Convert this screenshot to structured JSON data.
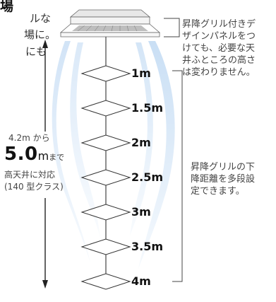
{
  "heading_fragment": "場",
  "intro_lines": [
    "ルな",
    "場に。",
    "にも"
  ],
  "grille_note": [
    "昇降グリル付きデ",
    "ザインパネルをつ",
    "けても、必要な天",
    "井ふところの高さ",
    "は変わりません。"
  ],
  "range_note": [
    "昇降グリルの下",
    "降距離を多段設",
    "定できます。"
  ],
  "ceiling_from": "4.2m から",
  "ceiling_big_value": "5.0",
  "ceiling_big_unit": "m",
  "ceiling_made": "まで",
  "ceiling_lines": [
    "高天井に対応",
    "(140 型クラス)"
  ],
  "levels": [
    "1m",
    "1.5m",
    "2m",
    "2.5m",
    "3m",
    "3.5m",
    "4m"
  ],
  "colors": {
    "airflow": "#b9d6f2",
    "ink": "#222222",
    "line": "#555555"
  },
  "icons": [
    "ceiling-cassette-unit",
    "height-arrow"
  ]
}
